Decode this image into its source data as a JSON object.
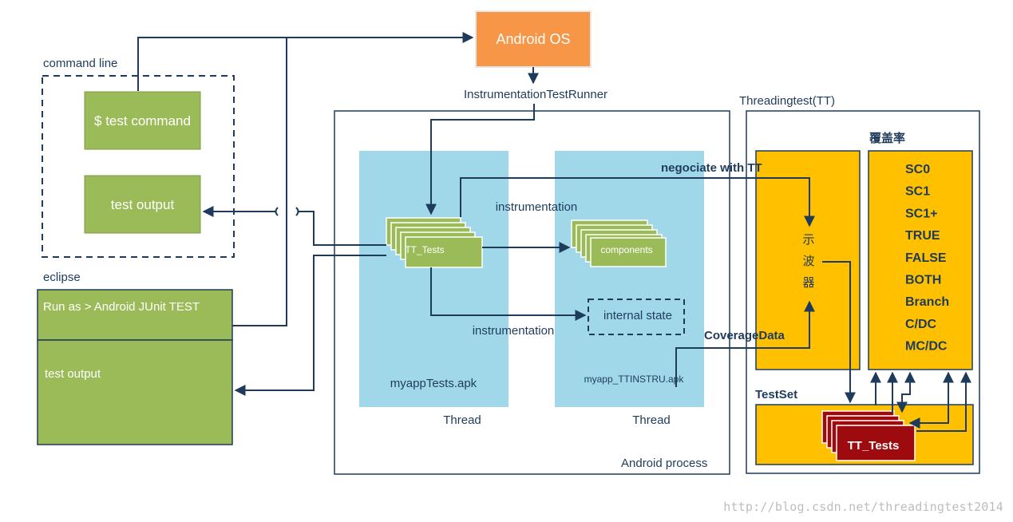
{
  "colors": {
    "orange": "#f79646",
    "green": "#9bbb59",
    "green_border": "#7f9a48",
    "blue": "#a0d8ea",
    "yellow": "#ffc000",
    "dark_red": "#9d0b0e",
    "navy": "#1f3b5b",
    "text": "#1f3b5b"
  },
  "android_os": {
    "label": "Android OS"
  },
  "runner": {
    "label": "InstrumentationTestRunner"
  },
  "command_line": {
    "title": "command line",
    "test_command": "$ test command",
    "test_output": "test output"
  },
  "eclipse": {
    "title": "eclipse",
    "run_as": "Run as > Android JUnit TEST",
    "test_output": "test output"
  },
  "android_process": {
    "label": "Android process",
    "left_apk": {
      "label": "myappTests.apk",
      "thread": "Thread",
      "tests": "TT_Tests"
    },
    "right_apk": {
      "label": "myapp_TTINSTRU.apk",
      "thread": "Thread",
      "components": "components",
      "internal_state": "internal state"
    },
    "instrumentation_top": "instrumentation",
    "instrumentation_bottom": "instrumentation"
  },
  "threadingtest": {
    "title": "Threadingtest(TT)",
    "negotiate": "negociate with TT",
    "coverage_data": "CoverageData",
    "oscilloscope": [
      "示",
      "波",
      "器"
    ],
    "coverage_title": "覆盖率",
    "coverage_items": [
      "SC0",
      "SC1",
      "SC1+",
      "TRUE",
      "FALSE",
      "BOTH",
      "Branch",
      "C/DC",
      "MC/DC"
    ],
    "testset_title": "TestSet",
    "testset_tests": "TT_Tests"
  },
  "watermark": "http://blog.csdn.net/threadingtest2014"
}
